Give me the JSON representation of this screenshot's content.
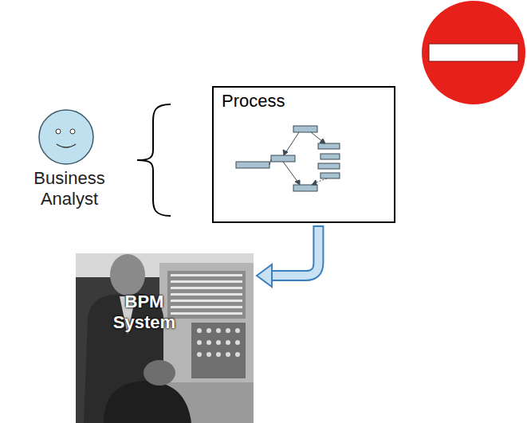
{
  "diagram": {
    "nodes": [
      {
        "text": [
          "Business Analyst"
        ]
      },
      {
        "text": [
          "Process"
        ]
      },
      {
        "text": [
          "BPM System"
        ]
      }
    ],
    "edges": [
      {
        "from": 1,
        "to": 2,
        "arrow": "to"
      }
    ]
  }
}
